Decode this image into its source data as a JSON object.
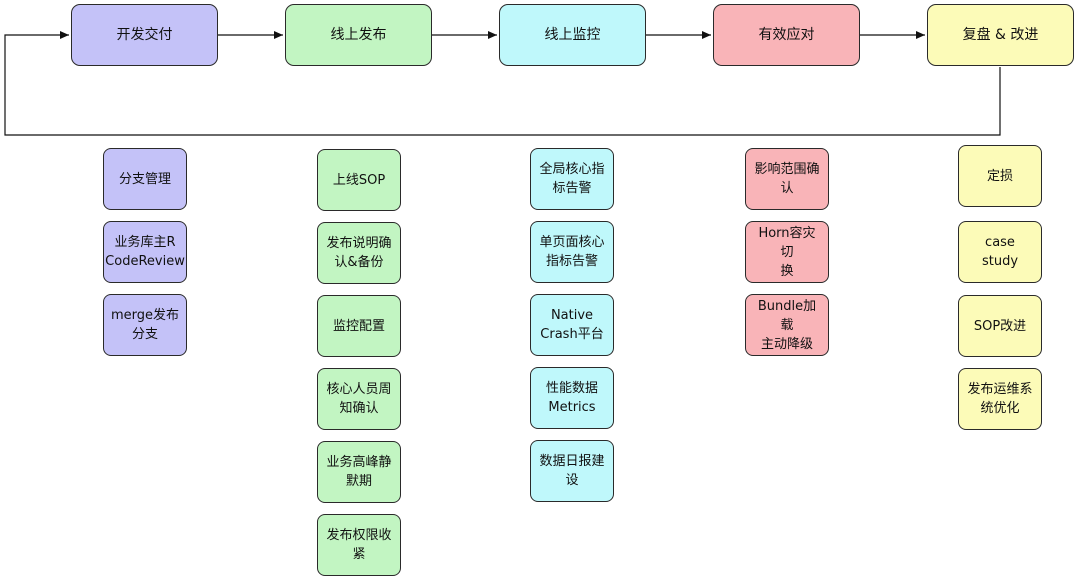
{
  "stages": [
    {
      "label": "开发交付",
      "color": "#c4c2f8"
    },
    {
      "label": "线上发布",
      "color": "#c2f5c2"
    },
    {
      "label": "线上监控",
      "color": "#bff8fb"
    },
    {
      "label": "有效应对",
      "color": "#f9b4b8"
    },
    {
      "label": "复盘 & 改进",
      "color": "#fcfbb8"
    }
  ],
  "dev": [
    "分支管理",
    "业务库主R\nCodeReview",
    "merge发布\n分支"
  ],
  "release": [
    "上线SOP",
    "发布说明确\n认&备份",
    "监控配置",
    "核心人员周\n知确认",
    "业务高峰静\n默期",
    "发布权限收\n紧"
  ],
  "monitor": [
    "全局核心指\n标告警",
    "单页面核心\n指标告警",
    "Native\nCrash平台",
    "性能数据\nMetrics",
    "数据日报建\n设"
  ],
  "response": [
    "影响范围确\n认",
    "Horn容灾切\n换",
    "Bundle加载\n主动降级"
  ],
  "review": [
    "定损",
    "case study",
    "SOP改进",
    "发布运维系\n统优化"
  ]
}
